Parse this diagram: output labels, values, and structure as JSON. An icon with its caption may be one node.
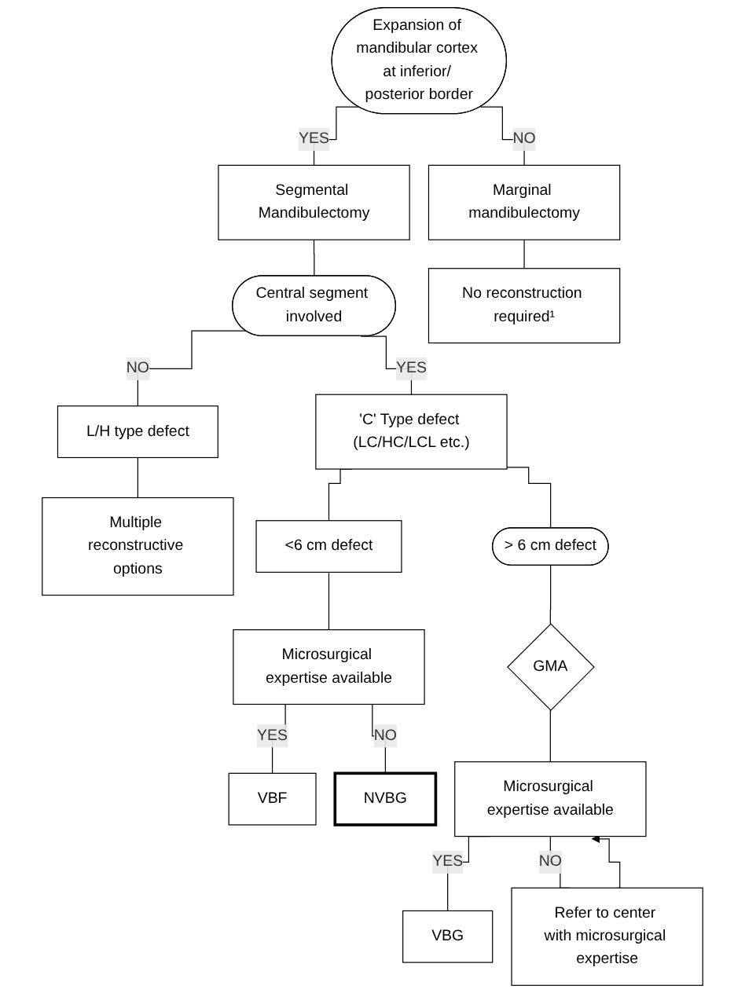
{
  "diagram": {
    "nodes": [
      {
        "text": [
          "Expansion of mandibular cortex at inferior/ posterior border"
        ]
      },
      {
        "text": [
          "Segmental Mandibulectomy"
        ]
      },
      {
        "text": [
          "Marginal mandibulectomy"
        ]
      },
      {
        "text": [
          "Central segment involved"
        ]
      },
      {
        "text": [
          "No reconstruction required¹"
        ]
      },
      {
        "text": [
          "L/H type defect"
        ]
      },
      {
        "text": [
          "'C' Type defect (LC/HC/LCL etc.)"
        ]
      },
      {
        "text": [
          "Multiple reconstructive options"
        ]
      },
      {
        "text": [
          "<6 cm defect"
        ]
      },
      {
        "text": [
          "> 6 cm defect"
        ]
      },
      {
        "text": [
          "Microsurgical expertise available"
        ]
      },
      {
        "text": [
          "GMA"
        ]
      },
      {
        "text": [
          "VBF"
        ]
      },
      {
        "text": [
          "NVBG"
        ]
      },
      {
        "text": [
          "Microsurgical expertise available"
        ]
      },
      {
        "text": [
          "VBG"
        ]
      },
      {
        "text": [
          "Refer to center with microsurgical expertise"
        ]
      }
    ],
    "edges": [
      {
        "from": 0,
        "to": 1,
        "arrow": "none",
        "label": "YES"
      },
      {
        "from": 0,
        "to": 2,
        "arrow": "none",
        "label": "NO"
      },
      {
        "from": 1,
        "to": 3,
        "arrow": "none"
      },
      {
        "from": 2,
        "to": 4,
        "arrow": "none"
      },
      {
        "from": 3,
        "to": 5,
        "arrow": "none",
        "label": "NO"
      },
      {
        "from": 3,
        "to": 6,
        "arrow": "none",
        "label": "YES"
      },
      {
        "from": 5,
        "to": 7,
        "arrow": "none"
      },
      {
        "from": 6,
        "to": 8,
        "arrow": "none"
      },
      {
        "from": 6,
        "to": 9,
        "arrow": "none"
      },
      {
        "from": 8,
        "to": 10,
        "arrow": "none"
      },
      {
        "from": 9,
        "to": 11,
        "arrow": "none"
      },
      {
        "from": 10,
        "to": 12,
        "arrow": "none",
        "label": "YES"
      },
      {
        "from": 10,
        "to": 13,
        "arrow": "none",
        "label": "NO"
      },
      {
        "from": 11,
        "to": 14,
        "arrow": "none"
      },
      {
        "from": 14,
        "to": 15,
        "arrow": "none",
        "label": "YES"
      },
      {
        "from": 14,
        "to": 16,
        "arrow": "none",
        "label": "NO"
      },
      {
        "from": 16,
        "to": 14,
        "arrow": "to"
      }
    ]
  }
}
